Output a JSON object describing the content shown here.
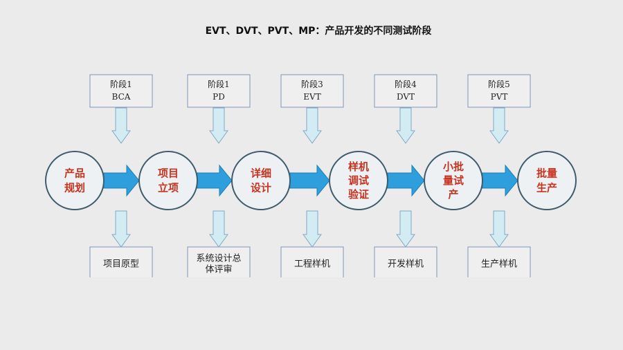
{
  "title": "EVT、DVT、PVT、MP：产品开发的不同测试阶段",
  "colors": {
    "circle_text": "#c8321e",
    "flow_arrow": "#2e9fdc",
    "down_arrow": "#d3ecf3",
    "box_border": "#7f97b5",
    "circle_border": "#3f5c6c"
  },
  "stages": [
    {
      "circle": [
        "产品",
        "规划"
      ],
      "top": [
        "阶段1",
        "BCA"
      ],
      "bottom": [
        "项目原型"
      ]
    },
    {
      "circle": [
        "项目",
        "立项"
      ],
      "top": [
        "阶段1",
        "PD"
      ],
      "bottom": [
        "系统设计总",
        "体评审"
      ]
    },
    {
      "circle": [
        "详细",
        "设计"
      ],
      "top": [
        "阶段3",
        "EVT"
      ],
      "bottom": [
        "工程样机"
      ]
    },
    {
      "circle": [
        "样机",
        "调试",
        "验证"
      ],
      "top": [
        "阶段4",
        "DVT"
      ],
      "bottom": [
        "开发样机"
      ]
    },
    {
      "circle": [
        "小批",
        "量试",
        "产"
      ],
      "top": [
        "阶段5",
        "PVT"
      ],
      "bottom": [
        "生产样机"
      ]
    },
    {
      "circle": [
        "批量",
        "生产"
      ],
      "top": null,
      "bottom": null
    }
  ]
}
